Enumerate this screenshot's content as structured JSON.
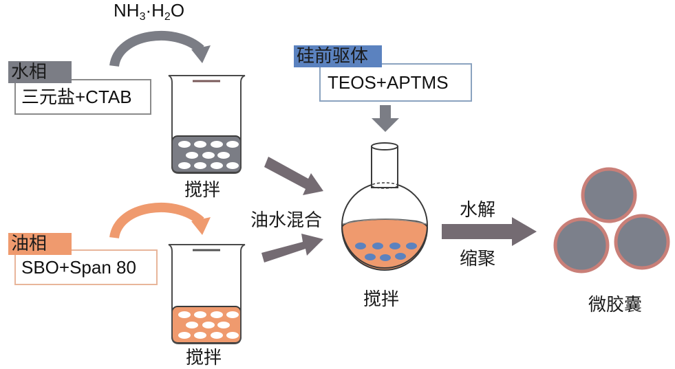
{
  "diagram": {
    "title": "",
    "colors": {
      "water_phase": "#7b7d85",
      "oil_phase": "#ef9a6e",
      "silica_precursor": "#5b82bf",
      "arrow_gray": "#746b72",
      "capsule_core": "#7c808b",
      "capsule_shell": "#c97f78"
    },
    "reagent_top": {
      "formula_parts": [
        "NH",
        "3",
        "·H",
        "2",
        "O"
      ]
    },
    "water_phase": {
      "tag": "水相",
      "content": "三元盐+CTAB"
    },
    "oil_phase": {
      "tag": "油相",
      "content": "SBO+Span 80"
    },
    "silica_precursor": {
      "tag": "硅前驱体",
      "content": "TEOS+APTMS"
    },
    "steps": {
      "stir_water": "搅拌",
      "stir_oil": "搅拌",
      "mix": "油水混合",
      "stir_flask": "搅拌",
      "hydrolysis": "水解",
      "condensation": "缩聚"
    },
    "product": {
      "label": "微胶囊"
    }
  }
}
